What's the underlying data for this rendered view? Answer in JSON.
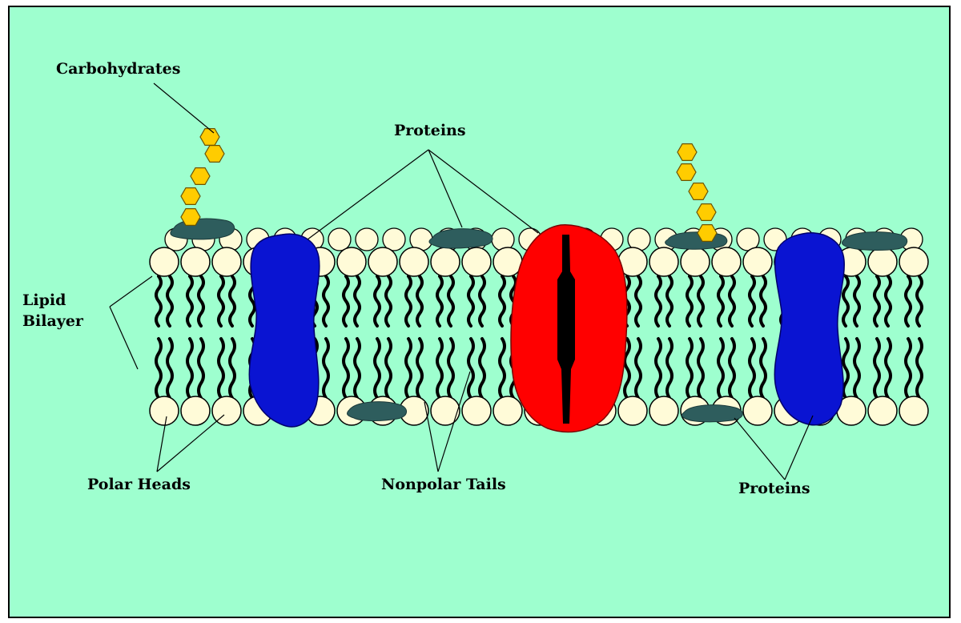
{
  "labels": {
    "carbohydrates": "Carbohydrates",
    "proteins_top": "Proteins",
    "lipid": "Lipid",
    "bilayer": "Bilayer",
    "polar_heads": "Polar Heads",
    "nonpolar_tails": "Nonpolar Tails",
    "proteins_bottom": "Proteins"
  },
  "colors": {
    "background": "#9effcf",
    "lipid_head": "#fffbd8",
    "tail": "#000000",
    "integral_protein_blue": "#0a14d2",
    "channel_protein_red": "#ff0000",
    "peripheral_protein": "#2e5d5d",
    "carbohydrate": "#ffcc00"
  }
}
